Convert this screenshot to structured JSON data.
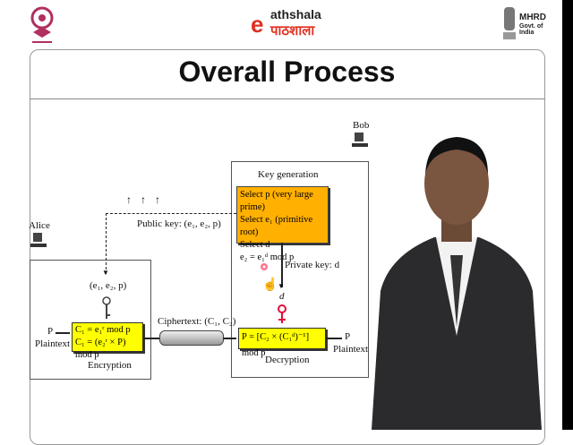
{
  "header": {
    "left_logo": "UGC logo",
    "center_logo_en": "athshala",
    "center_logo_prefix": "e",
    "center_logo_hi": "पाठशाला",
    "right_logo_line1": "MHRD",
    "right_logo_line2": "Govt. of India"
  },
  "slide": {
    "title": "Overall Process",
    "alice": "Alice",
    "bob": "Bob",
    "key_generation": "Key generation",
    "keygen_lines": [
      "Select p (very large prime)",
      "Select e₁ (primitive root)",
      "Select d",
      "e₂ = e₁ᵈ mod p"
    ],
    "public_key": "Public key: (e₁, e₂, p)",
    "private_key": "Private key: d",
    "d_label": "d",
    "alice_key": "(e₁, e₂, p)",
    "enc_lines": [
      "C₁ = e₁ʳ mod p",
      "C₁ = (e₂ʳ × P) mod p"
    ],
    "encryption": "Encryption",
    "ciphertext": "Ciphertext: (C₁, C₂)",
    "dec_line": "P = [C₂ × (C₁ᵈ)⁻¹] mod p",
    "decryption": "Decryption",
    "p_in": "P",
    "plaintext_in": "Plaintext",
    "p_out": "P",
    "plaintext_out": "Plaintext"
  },
  "colors": {
    "orange": "#ffb000",
    "yellow": "#ffff00",
    "key_red": "#e0103a",
    "suit": "#2b2b2e"
  }
}
